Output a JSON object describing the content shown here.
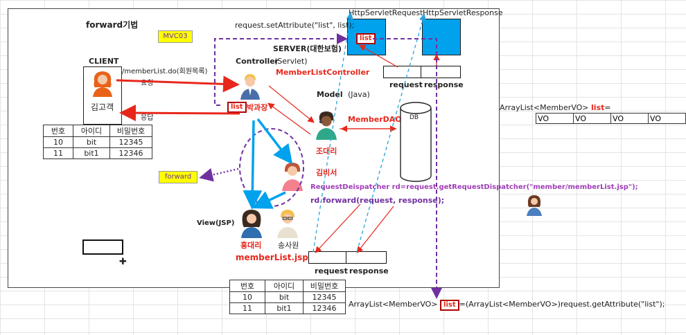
{
  "title": "forward기법",
  "mvc_tag": "MVC03",
  "set_attribute_code": "request.setAttribute(\"list\", list);",
  "http_request_label": "HttpServletRequest",
  "http_response_label": "HttpServletResponse",
  "list_tag": "list",
  "server_label": "SERVER(대한보험)",
  "client": {
    "label": "CLIENT",
    "name": "김고객",
    "request_url": "/memberList.do(회원목록)",
    "request_word": "요청",
    "response_word": "응답"
  },
  "controller": {
    "label": "Controller",
    "servlet": "(Servlet)",
    "class_name": "MemberListController",
    "person": "박과장"
  },
  "model": {
    "label": "Model",
    "java": "(Java)",
    "dao": "MemberDAO",
    "person": "조대리",
    "db": "DB"
  },
  "kim_person": "김비서",
  "dispatcher_code": "RequestDeispatcher rd=request.getRequestDispatcher(\"member/memberList.jsp\");",
  "forward_code": "rd.forward(request, response);",
  "forward_tag": "forward",
  "view": {
    "label": "View(JSP)",
    "person1": "홍대리",
    "person2": "송사원",
    "jsp": "memberList.jsp"
  },
  "top_pair": {
    "request": "request",
    "response": "response"
  },
  "bottom_pair": {
    "request": "request",
    "response": "response"
  },
  "table_left": {
    "headers": [
      "번호",
      "아이디",
      "비밀번호"
    ],
    "rows": [
      [
        "10",
        "bit",
        "12345"
      ],
      [
        "11",
        "bit1",
        "12346"
      ]
    ]
  },
  "table_bottom": {
    "headers": [
      "번호",
      "아이디",
      "비밀번호"
    ],
    "rows": [
      [
        "10",
        "bit",
        "12345"
      ],
      [
        "11",
        "bit1",
        "12346"
      ]
    ]
  },
  "arraylist_label": "ArrayList<MemberVO> ",
  "arraylist_list": "list",
  "arraylist_eq": "=",
  "vo_cells": [
    "VO",
    "VO",
    "VO",
    "VO"
  ],
  "bottom_code_left": "ArrayList<MemberVO>",
  "bottom_code_list": "list",
  "bottom_code_right": "=(ArrayList<MemberVO>)request.getAttribute(\"list\");",
  "colors": {
    "blue": "#00a2ed",
    "red": "#e8271c",
    "purple": "#7030a0",
    "yellow": "#ffff00"
  }
}
